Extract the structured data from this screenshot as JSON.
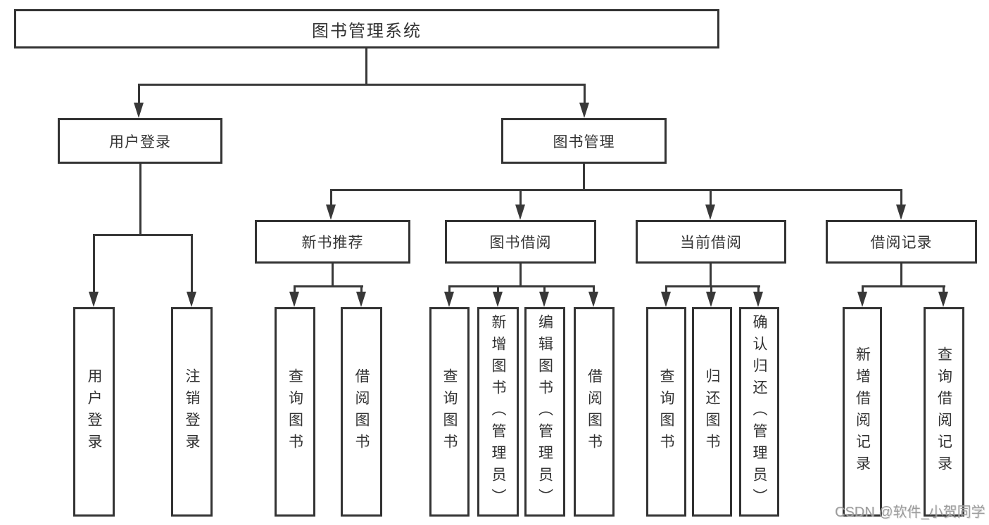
{
  "diagram": {
    "root": {
      "label": "图书管理系统"
    },
    "level2": [
      {
        "label": "用户登录"
      },
      {
        "label": "图书管理"
      }
    ],
    "level3": [
      {
        "label": "新书推荐"
      },
      {
        "label": "图书借阅"
      },
      {
        "label": "当前借阅"
      },
      {
        "label": "借阅记录"
      }
    ],
    "leaves": {
      "user_login": [
        {
          "label": "用户登录"
        },
        {
          "label": "注销登录"
        }
      ],
      "new_book_recommend": [
        {
          "label": "查询图书"
        },
        {
          "label": "借阅图书"
        }
      ],
      "book_borrow": [
        {
          "label": "查询图书"
        },
        {
          "label": "新增图书（管理员）"
        },
        {
          "label": "编辑图书（管理员）"
        },
        {
          "label": "借阅图书"
        }
      ],
      "current_borrow": [
        {
          "label": "查询图书"
        },
        {
          "label": "归还图书"
        },
        {
          "label": "确认归还（管理员）"
        }
      ],
      "borrow_records": [
        {
          "label": "新增借阅记录"
        },
        {
          "label": "查询借阅记录"
        }
      ]
    },
    "watermark": "CSDN @软件_小贺同学",
    "colors": {
      "line": "#383838",
      "text": "#333333",
      "watermark": "#9c9c9c",
      "background": "#ffffff"
    }
  }
}
